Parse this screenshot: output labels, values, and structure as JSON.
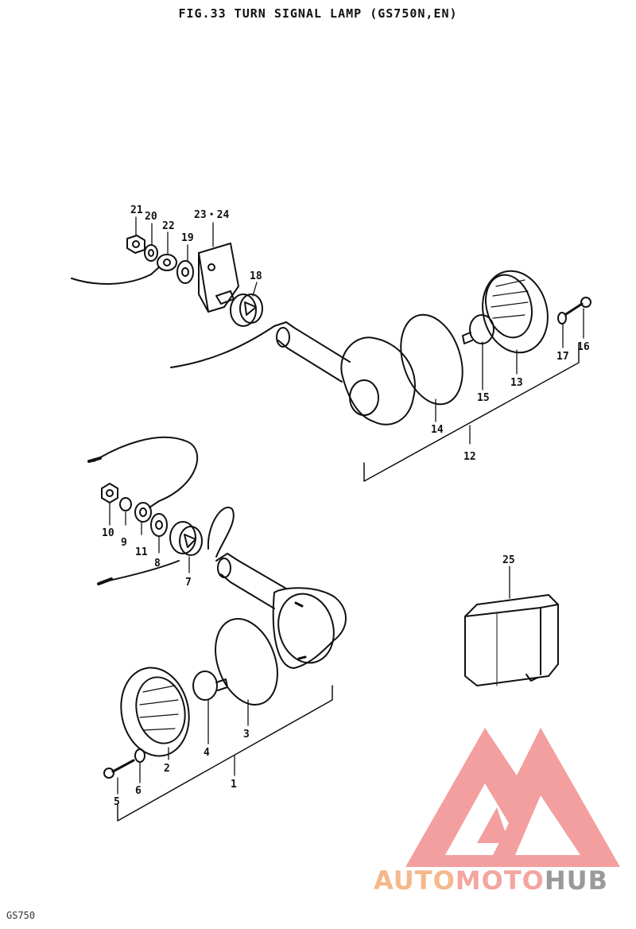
{
  "title": "FIG.33  TURN SIGNAL LAMP (GS750N,EN)",
  "footer": "GS750",
  "watermark": {
    "part1": "AUTO",
    "part2": "MOTO",
    "part3": "HUB",
    "colors": {
      "auto": "#f6b78a",
      "moto": "#f3a5a0",
      "hub": "#9a9a9a",
      "logo": "#f08080"
    }
  },
  "labels": {
    "p1": "1",
    "p2": "2",
    "p3": "3",
    "p4": "4",
    "p5": "5",
    "p6": "6",
    "p7": "7",
    "p8": "8",
    "p9": "9",
    "p10": "10",
    "p11": "11",
    "p12": "12",
    "p13": "13",
    "p14": "14",
    "p15": "15",
    "p16": "16",
    "p17": "17",
    "p18": "18",
    "p19": "19",
    "p20": "20",
    "p21": "21",
    "p22": "22",
    "p23_24": "23・24",
    "p25": "25"
  }
}
